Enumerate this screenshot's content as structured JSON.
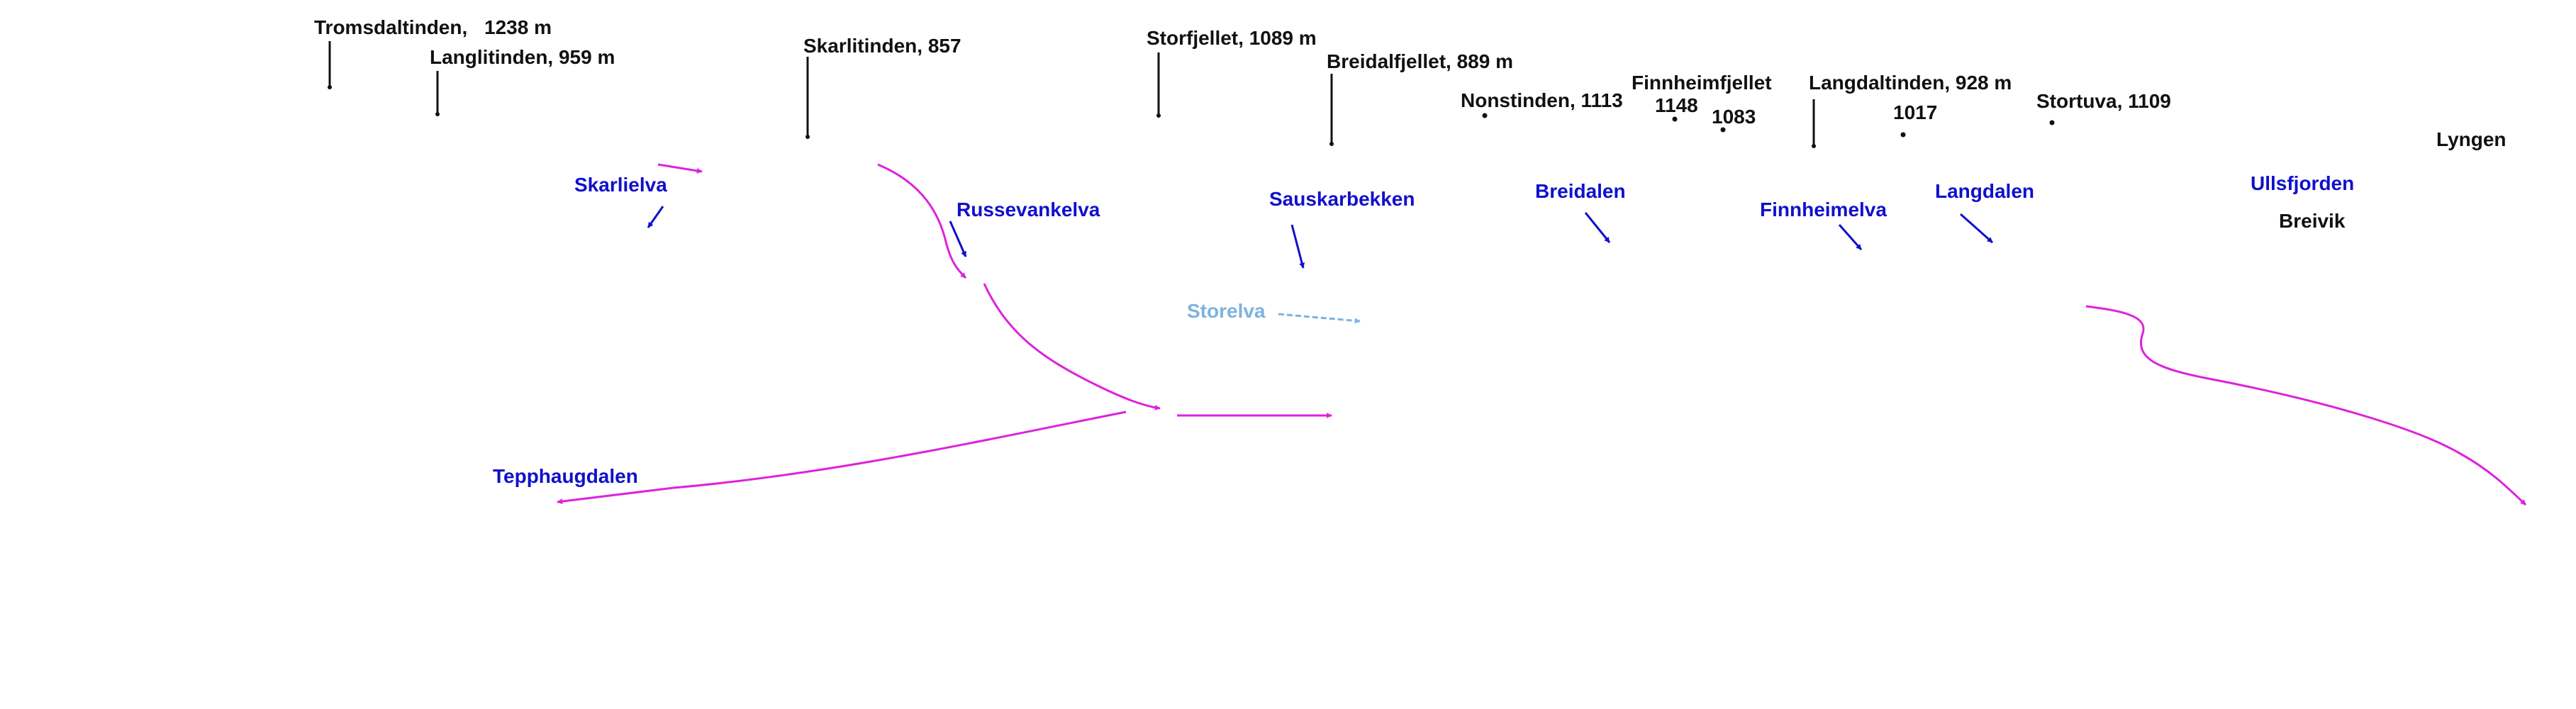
{
  "colors": {
    "text": "#111111",
    "water_label": "#1010cc",
    "light_label": "#7fb2dd",
    "route": "#dd22dd",
    "flow_arrow": "#1010cc",
    "leader_line": "#111111"
  },
  "peaks": [
    {
      "id": "tromsdaltinden",
      "name": "Tromsdaltinden,",
      "height": "1238 m"
    },
    {
      "id": "langlitinden",
      "label": "Langlitinden, 959 m"
    },
    {
      "id": "skarlitinden",
      "label": "Skarlitinden, 857"
    },
    {
      "id": "storfjellet",
      "label": "Storfjellet, 1089 m"
    },
    {
      "id": "breidalfjellet",
      "label": "Breidalfjellet, 889 m"
    },
    {
      "id": "nonstinden",
      "label": "Nonstinden, 1113"
    },
    {
      "id": "finnheimfjellet",
      "label": "Finnheimfjellet"
    },
    {
      "id": "finnheimfjellet-height",
      "label": "1148"
    },
    {
      "id": "spot-1083",
      "label": "1083"
    },
    {
      "id": "langdaltinden",
      "label": "Langdaltinden, 928 m"
    },
    {
      "id": "spot-1017",
      "label": "1017"
    },
    {
      "id": "stortuva",
      "label": "Stortuva, 1109"
    }
  ],
  "places": [
    {
      "id": "lyngen",
      "label": "Lyngen"
    },
    {
      "id": "breivik",
      "label": "Breivik"
    }
  ],
  "waters": [
    {
      "id": "skarlielva",
      "label": "Skarlielva"
    },
    {
      "id": "russevankelva",
      "label": "Russevankelva"
    },
    {
      "id": "sauskarbekken",
      "label": "Sauskarbekken"
    },
    {
      "id": "breidalen",
      "label": "Breidalen"
    },
    {
      "id": "finnheimelva",
      "label": "Finnheimelva"
    },
    {
      "id": "langdalen",
      "label": "Langdalen"
    },
    {
      "id": "ullsfjorden",
      "label": "Ullsfjorden"
    },
    {
      "id": "tepphaugdalen",
      "label": "Tepphaugdalen"
    }
  ],
  "light_waters": [
    {
      "id": "storelva",
      "label": "Storelva"
    }
  ]
}
